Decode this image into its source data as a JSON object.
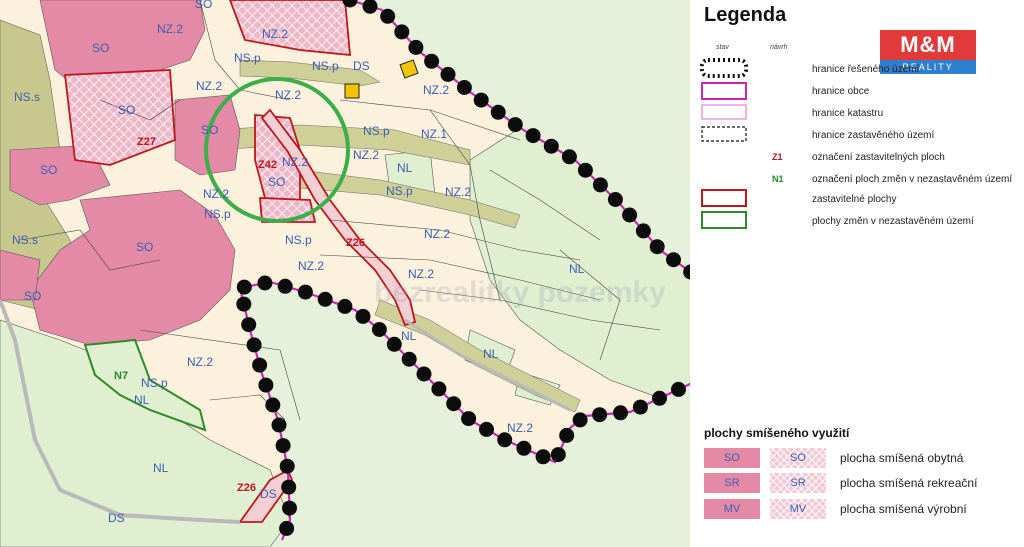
{
  "legend": {
    "title": "Legenda",
    "col_existing": "stav",
    "col_proposed": "návrh",
    "items": [
      {
        "text": "hranice řešeného území",
        "kind": "solved-boundary"
      },
      {
        "text": "hranice obce",
        "kind": "municipality"
      },
      {
        "text": "hranice katastru",
        "kind": "cadastre"
      },
      {
        "text": "hranice zastavěného území",
        "kind": "builtup"
      },
      {
        "text": "označení zastavitelných ploch",
        "kind": "z-label",
        "sample": "Z1"
      },
      {
        "text": "označení ploch změn v nezastavěném území",
        "kind": "n-label",
        "sample": "N1"
      },
      {
        "text": "zastavitelné plochy",
        "kind": "z-area"
      },
      {
        "text": "plochy změn v nezastavěném území",
        "kind": "n-area"
      }
    ]
  },
  "mixed_use": {
    "title": "plochy smíšeného využití",
    "rows": [
      {
        "code": "SO",
        "text": "plocha smíšená obytná"
      },
      {
        "code": "SR",
        "text": "plocha smíšená rekreační"
      },
      {
        "code": "MV",
        "text": "plocha smíšená výrobní"
      }
    ]
  },
  "logo": {
    "top": "M&M",
    "bottom": "REALITY"
  },
  "watermark": "bezrealitky pozemky",
  "colors": {
    "so_fill": "#e58aa6",
    "so_hatch": "#f2c9d5",
    "ns_fill": "#c4c48a",
    "nl_fill": "#d9eccb",
    "nz_fill": "#fdf3df",
    "z_border": "#c0151b",
    "n_border": "#2e8a2a",
    "highlight_circle": "#3cae4a"
  },
  "map_labels": {
    "so1": "SO",
    "so2": "SO",
    "so3": "SO",
    "so4": "SO",
    "so5": "SO",
    "so6": "SO",
    "so7": "SO",
    "so8": "SO",
    "nz1": "NZ.2",
    "nz2": "NZ.2",
    "nz3": "NZ.2",
    "nz4": "NZ.2",
    "nz5": "NZ.2",
    "nz6": "NZ.2",
    "nz7": "NZ.2",
    "nz8": "NZ.2",
    "nz9": "NZ.2",
    "nz10": "NZ.2",
    "nz11": "NZ.2",
    "nz12": "NZ.2",
    "nz13": "NZ.2",
    "nz14": "NZ.2",
    "nz15": "NZ.1",
    "nsp1": "NS.p",
    "nsp2": "NS.p",
    "nsp3": "NS.p",
    "nsp4": "NS.p",
    "nsp5": "NS.p",
    "nsp6": "NS.p",
    "nsp7": "NS.p",
    "nss1": "NS.s",
    "nss2": "NS.s",
    "nl1": "NL",
    "nl2": "NL",
    "nl3": "NL",
    "nl4": "NL",
    "nl5": "NL",
    "nl6": "NL",
    "ds1": "DS",
    "ds2": "DS",
    "ds3": "DS",
    "z27": "Z27",
    "z42": "Z42",
    "z26a": "Z26",
    "z26b": "Z26",
    "n7": "N7"
  }
}
